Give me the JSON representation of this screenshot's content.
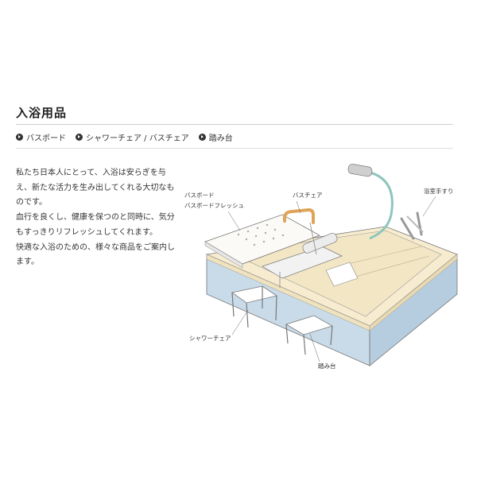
{
  "page": {
    "title": "入浴用品"
  },
  "nav": {
    "items": [
      {
        "label": "バスボード"
      },
      {
        "label": "シャワーチェア / バスチェア"
      },
      {
        "label": "踏み台"
      }
    ]
  },
  "intro": {
    "paragraphs": [
      "私たち日本人にとって、入浴は安らぎを与え、新たな活力を生み出してくれる大切なものです。",
      "血行を良くし、健康を保つのと同時に、気分もすっきりリフレッシュしてくれます。",
      "快適な入浴のための、様々な商品をご案内します。"
    ]
  },
  "illustration": {
    "labels": {
      "bath_board_1": "バスボード",
      "bath_board_2": "バスボードフレッシュ",
      "bath_chair": "バスチェア",
      "handrail": "浴室手すり",
      "shower_chair": "シャワーチェア",
      "step": "踏み台"
    }
  }
}
